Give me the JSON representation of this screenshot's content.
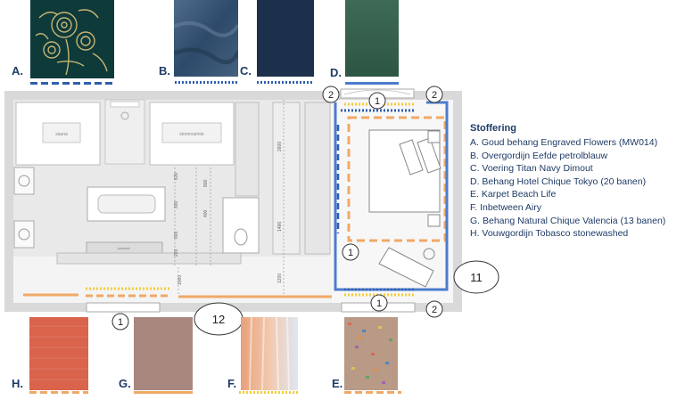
{
  "legend": {
    "title": "Stoffering",
    "items": [
      "A. Goud behang Engraved Flowers (MW014)",
      "B. Overgordijn Eefde petrolblauw",
      "C. Voering Titan Navy Dimout",
      "D. Behang Hotel Chique Tokyo (20 banen)",
      "E. Karpet Beach Life",
      "F. Inbetween Airy",
      "G. Behang Natural Chique Valencia (13 banen)",
      "H. Vouwgordijn Tobasco stonewashed"
    ]
  },
  "swatch_letters": {
    "a": "A.",
    "b": "B.",
    "c": "C.",
    "d": "D.",
    "e": "E.",
    "f": "F.",
    "g": "G.",
    "h": "H."
  },
  "room_labels": {
    "sauna": "sauna",
    "stoomruimte": "stoomruimte",
    "product": "product"
  },
  "dimensions": {
    "d2600": "2600",
    "d1486": "1486",
    "d1200": "1200",
    "d1000": "1000",
    "d630": "630",
    "d300": "300",
    "d600": "600",
    "d800": "800",
    "d220": "220",
    "d400": "400"
  },
  "callouts": {
    "c1a": "1",
    "c1b": "1",
    "c1c": "1",
    "c1d": "1",
    "c2a": "2",
    "c2b": "2",
    "c2c": "2",
    "c11": "11",
    "c12": "12"
  },
  "colors": {
    "navy": "#2f5eb0",
    "dark_navy": "#1f3b66",
    "orange": "#f0a866",
    "yellow": "#f4cc3a",
    "wall": "#d9d9d9",
    "light_blue": "#5b8ed6"
  }
}
